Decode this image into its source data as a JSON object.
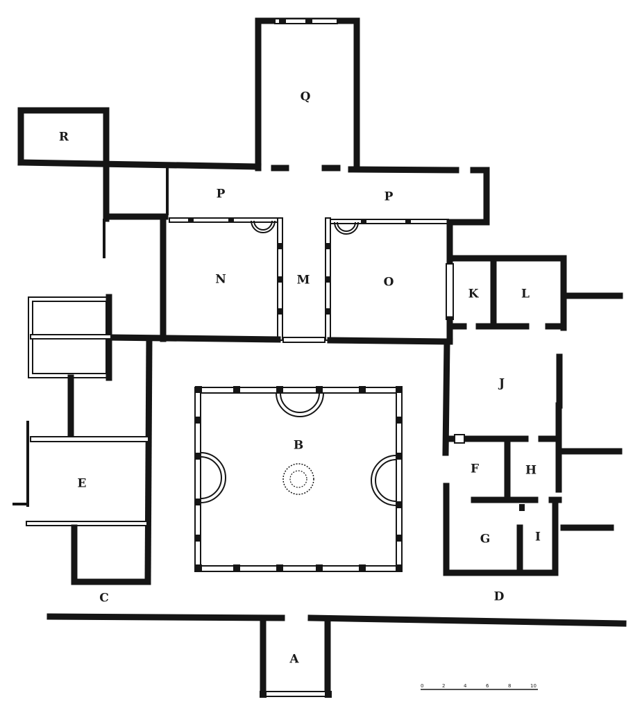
{
  "plan": {
    "labels": {
      "A": "A",
      "B": "B",
      "C": "C",
      "D": "D",
      "E": "E",
      "F": "F",
      "G": "G",
      "H": "H",
      "I": "I",
      "J": "J",
      "K": "K",
      "L": "L",
      "M": "M",
      "N": "N",
      "O": "O",
      "P_left": "P",
      "P_right": "P",
      "Q": "Q",
      "R": "R"
    },
    "scale_bar": {
      "ticks": [
        "0",
        "2",
        "4",
        "6",
        "8",
        "10"
      ]
    },
    "colors": {
      "ink": "#151515",
      "paper": "#ffffff"
    }
  }
}
